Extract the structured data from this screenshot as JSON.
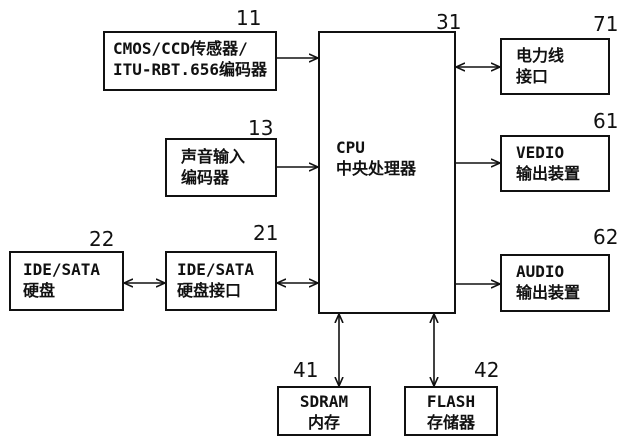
{
  "blocks": {
    "sensor": {
      "ref": "11",
      "line1": "CMOS/CCD传感器/",
      "line2": "ITU-RBT.656编码器"
    },
    "audio_in": {
      "ref": "13",
      "line1": "声音输入",
      "line2": "编码器"
    },
    "ide_disk": {
      "ref": "22",
      "line1": "IDE/SATA",
      "line2": "硬盘"
    },
    "ide_if": {
      "ref": "21",
      "line1": "IDE/SATA",
      "line2": "硬盘接口"
    },
    "cpu": {
      "ref": "31",
      "line1": "CPU",
      "line2": "中央处理器"
    },
    "powerline": {
      "ref": "71",
      "line1": "电力线",
      "line2": "接口"
    },
    "video_out": {
      "ref": "61",
      "line1": "VEDIO",
      "line2": "输出装置"
    },
    "audio_out": {
      "ref": "62",
      "line1": "AUDIO",
      "line2": "输出装置"
    },
    "sdram": {
      "ref": "41",
      "line1": "SDRAM",
      "line2": "内存"
    },
    "flash": {
      "ref": "42",
      "line1": "FLASH",
      "line2": "存储器"
    }
  }
}
